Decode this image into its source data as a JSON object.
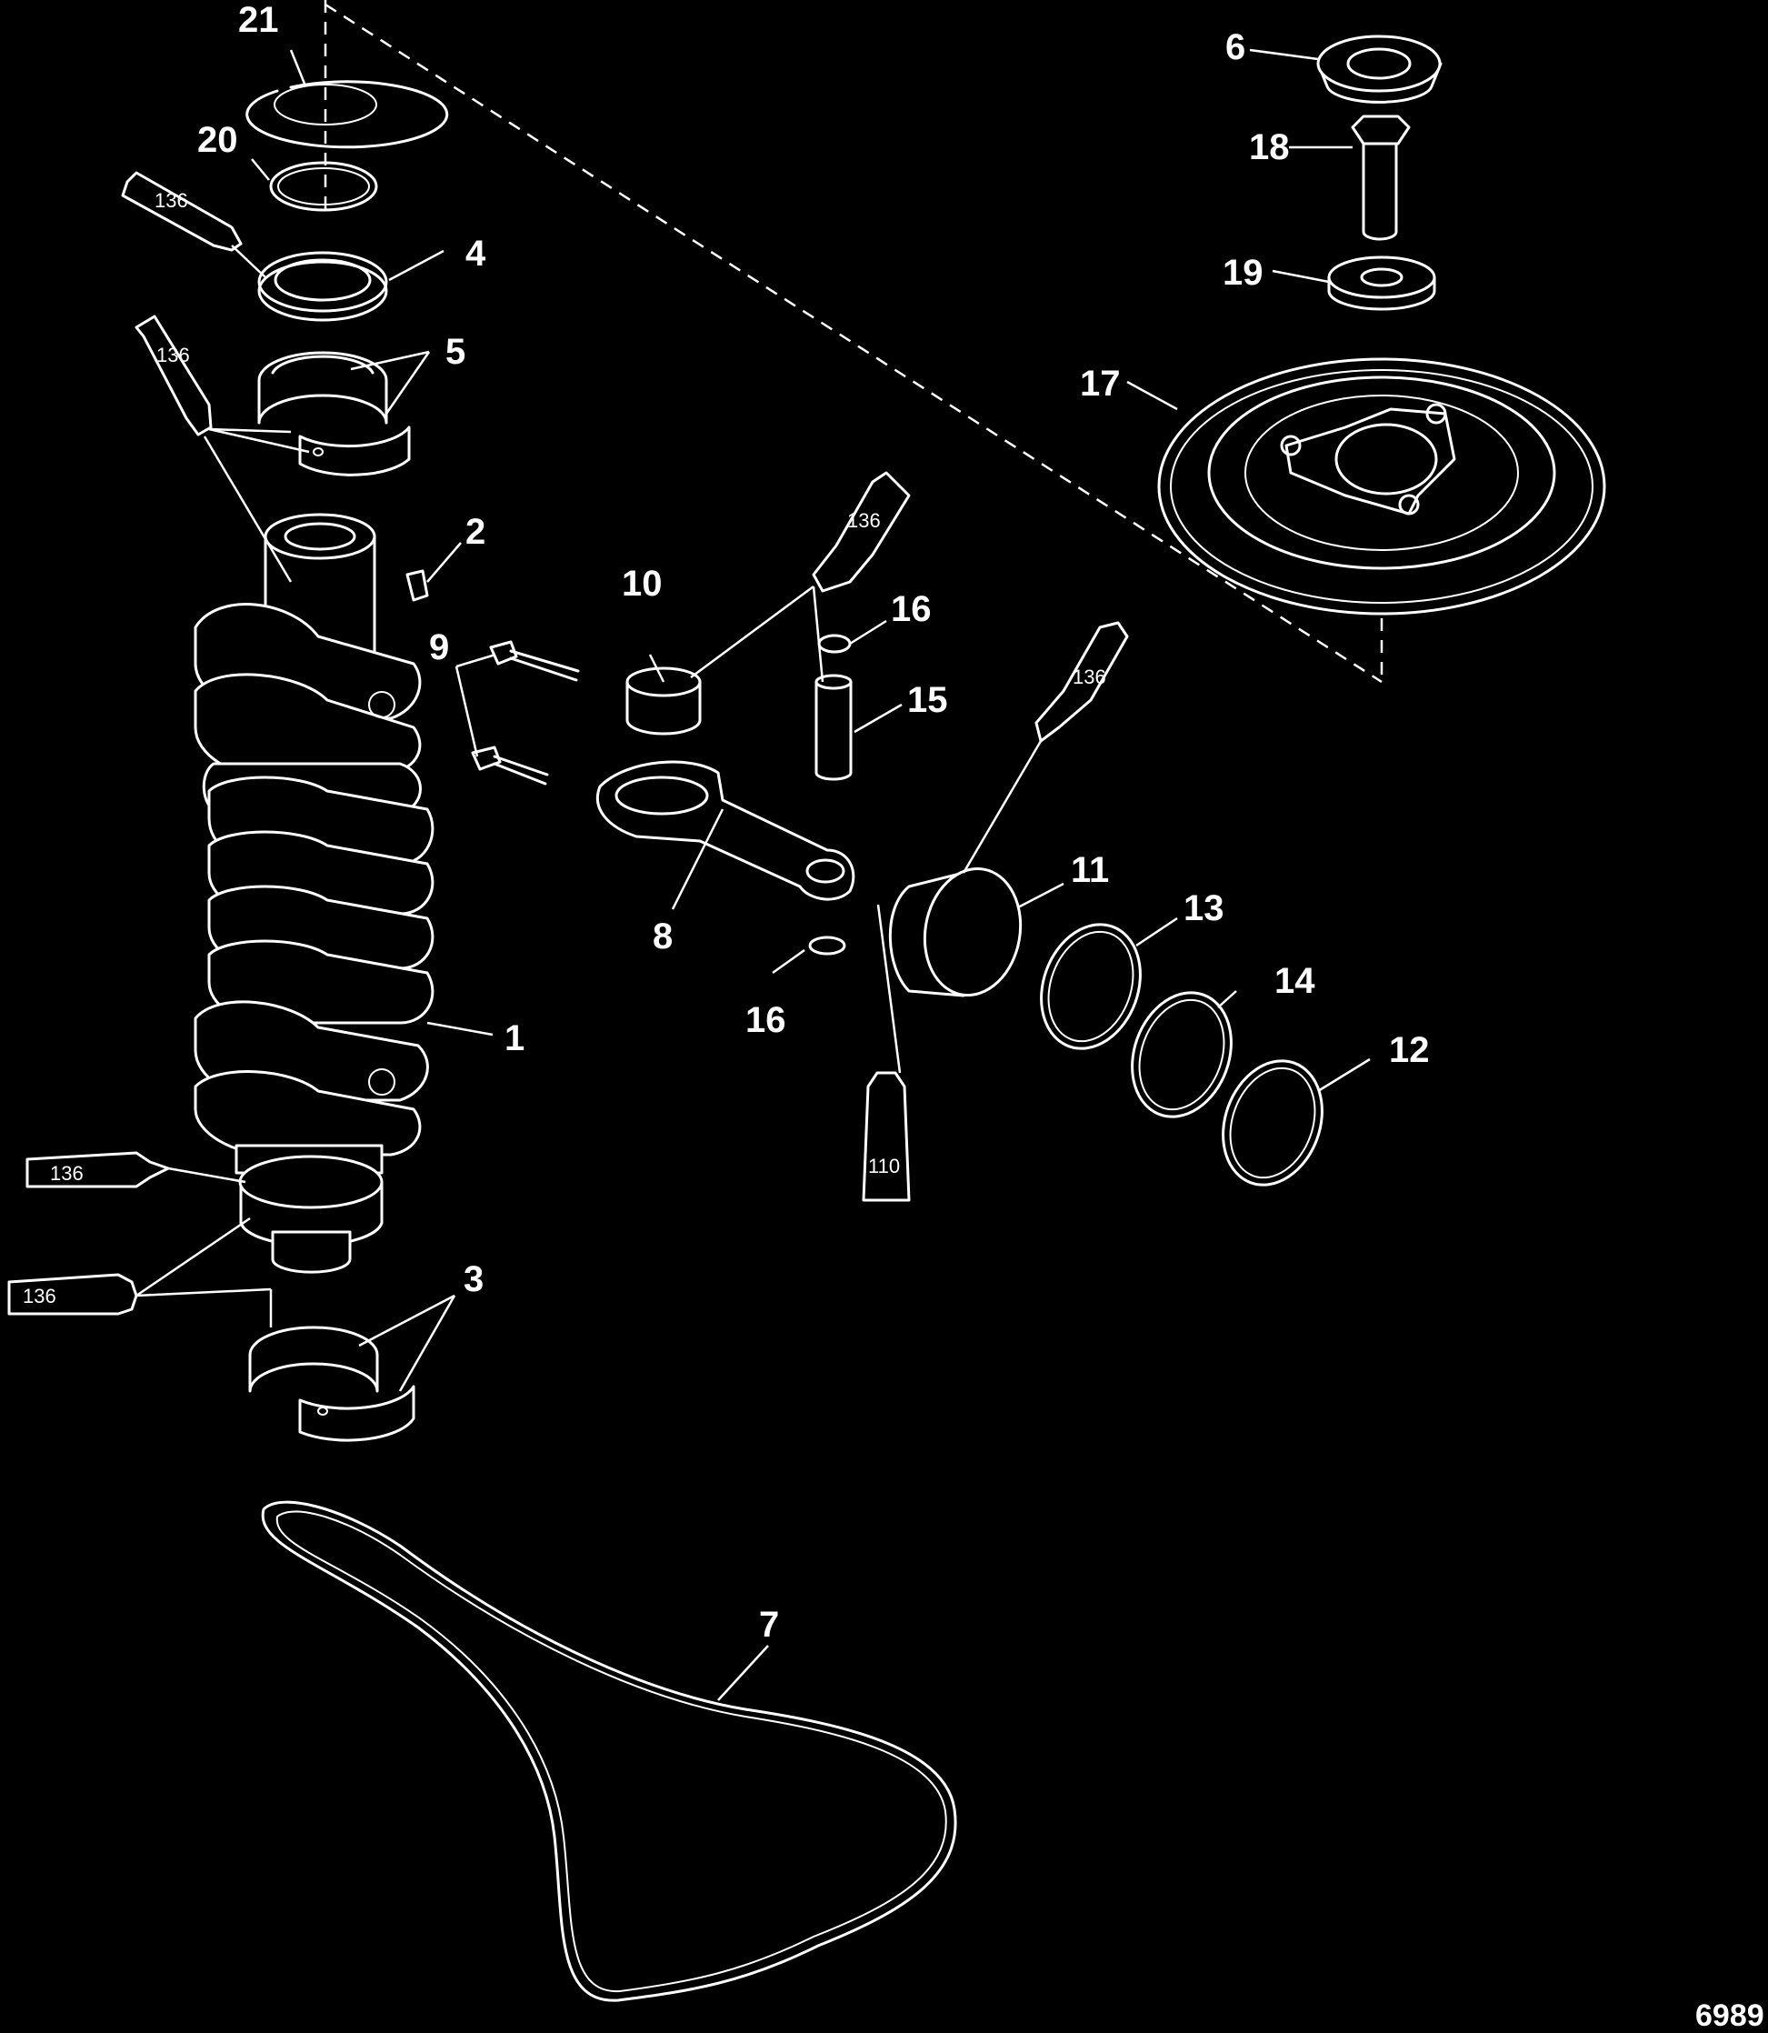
{
  "diagram": {
    "background": "#000000",
    "line_color": "#ffffff",
    "figure_number": "6989",
    "callouts": {
      "c1": "1",
      "c2": "2",
      "c3": "3",
      "c4": "4",
      "c5": "5",
      "c6": "6",
      "c7": "7",
      "c8": "8",
      "c9": "9",
      "c10": "10",
      "c11": "11",
      "c12": "12",
      "c13": "13",
      "c14": "14",
      "c15": "15",
      "c16a": "16",
      "c16b": "16",
      "c17": "17",
      "c18": "18",
      "c19": "19",
      "c20": "20",
      "c21": "21"
    },
    "lubricant_tubes": {
      "t1": "136",
      "t2": "136",
      "t3": "136",
      "t4": "136",
      "t5": "136",
      "t6": "136",
      "t7": "110"
    }
  }
}
